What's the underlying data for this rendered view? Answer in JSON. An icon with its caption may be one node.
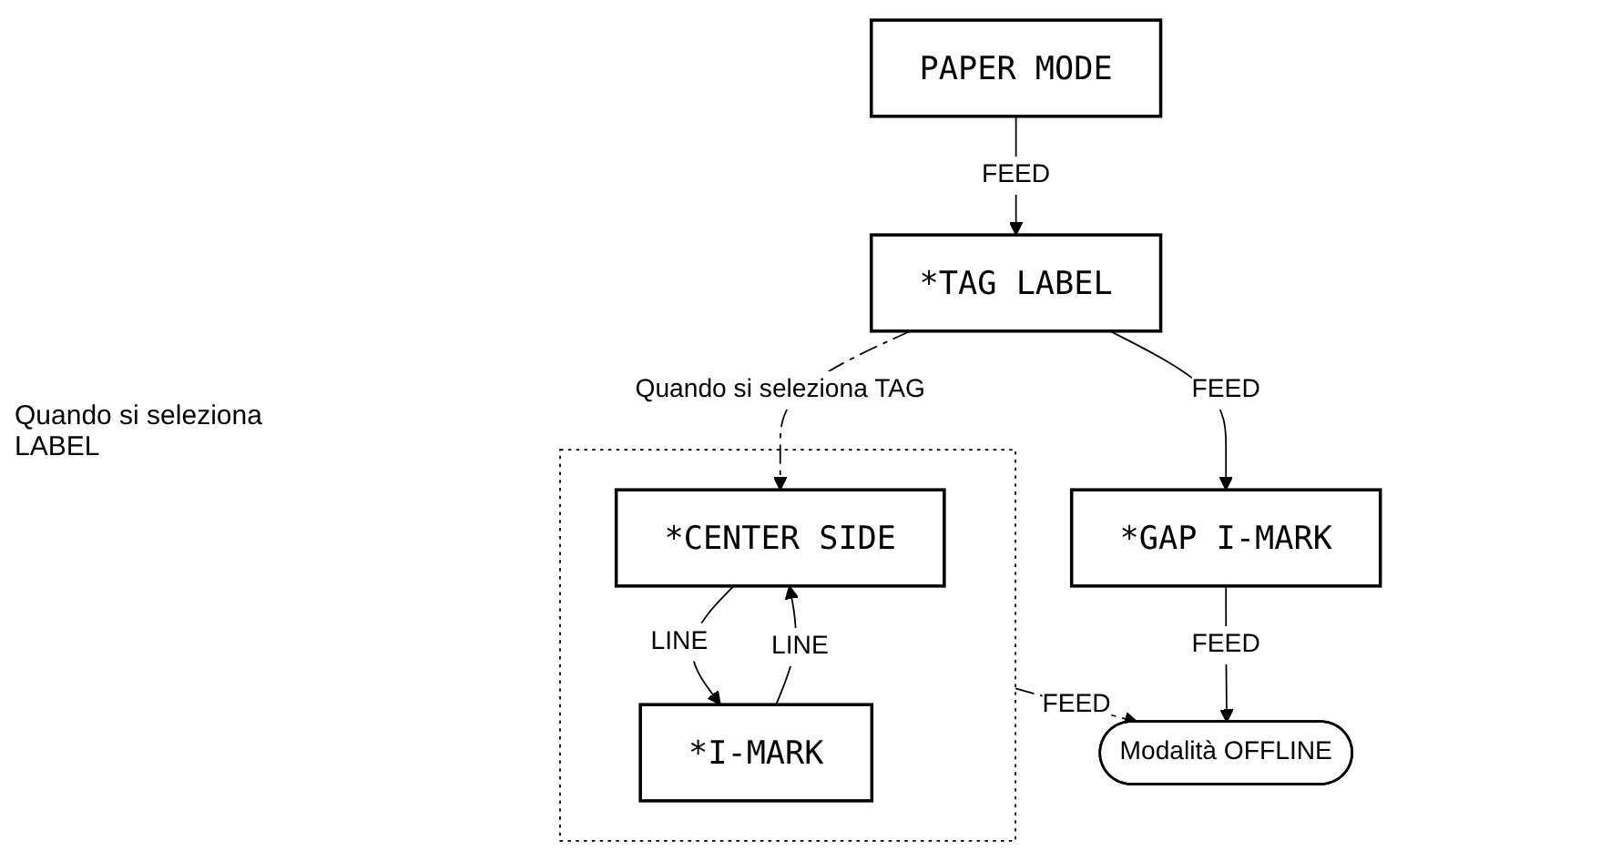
{
  "diagram": {
    "nodes": [
      {
        "text": [
          "PAPER MODE"
        ]
      },
      {
        "text": [
          "*TAG LABEL"
        ]
      },
      {
        "text": [
          "*GAP I-MARK"
        ]
      },
      {
        "text": [],
        "shape": "box"
      },
      {
        "text": [
          "*CENTER SIDE"
        ],
        "in": 3
      },
      {
        "text": [
          "*I-MARK"
        ],
        "in": 3
      },
      {
        "text": [
          "Modalità OFFLINE"
        ]
      }
    ],
    "edges": [
      {
        "from": 0,
        "to": 1,
        "arrow": "to",
        "label": "FEED"
      },
      {
        "from": 1,
        "to": 2,
        "arrow": "to",
        "label": "FEED"
      },
      {
        "from": 1,
        "to": 4,
        "arrow": "to",
        "style": "dashed",
        "label": "Quando si seleziona TAG"
      },
      {
        "from": 4,
        "to": 5,
        "arrow": "to",
        "label": "LINE"
      },
      {
        "from": 5,
        "to": 4,
        "arrow": "to",
        "label": "LINE"
      },
      {
        "from": 2,
        "to": 6,
        "arrow": "to",
        "label": "FEED"
      },
      {
        "from": 3,
        "to": 6,
        "arrow": "to",
        "style": "dashed",
        "label": "FEED"
      }
    ],
    "labels": [
      "Quando si seleziona LABEL"
    ]
  }
}
